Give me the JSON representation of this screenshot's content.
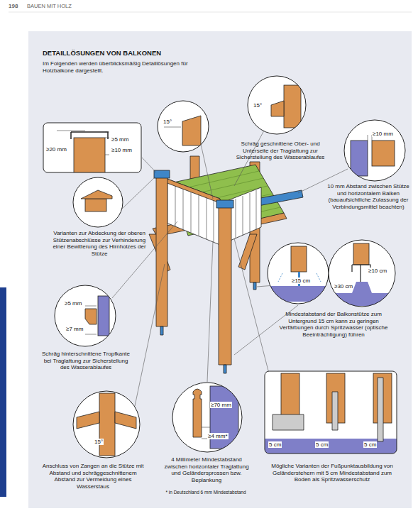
{
  "diagram": {
    "title": "DETAILLÖSUNGEN VON BALKONEN",
    "nodes": [
      {
        "text": [
          "≥20 mm",
          "≥5 mm",
          "≥10 mm"
        ]
      },
      {
        "text": [
          "15°"
        ]
      },
      {
        "text": [
          "15°"
        ]
      },
      {
        "text": [
          "≥10 mm"
        ]
      },
      {
        "text": [
          "≥5 mm",
          "≥7 mm"
        ]
      },
      {
        "text": [
          "≥15 cm"
        ]
      },
      {
        "text": [
          "≥10 cm",
          "≥30 cm"
        ]
      },
      {
        "text": [
          "15°"
        ]
      },
      {
        "text": [
          "≥70 mm",
          "≥4 mm*"
        ]
      },
      {
        "text": [
          "5 cm",
          "5 cm",
          "5 cm"
        ]
      }
    ],
    "labels": [
      "198",
      "BAUEN MIT HOLZ",
      "Im Folgenden werden überblicksmäßig Detaillösungen für Holzbalkone dargestellt.",
      "Schräg geschnittene Ober- und Unterseite der Traglattung zur Sicherstellung des Wasserablaufes",
      "10 mm Abstand zwischen Stütze und horizontalem Balken (bauaufsichtliche Zulassung der Verbindungsmittel beachten)",
      "Varianten zur Abdeckung der oberen Stützenabschlüsse zur Verhinderung einer Bewitterung des Hirnholzes der Stütze",
      "Schräg hinterschnittene Tropfkante bei Traglattung zur Sicherstellung des Wasserablaufes",
      "Mindestabstand der Balkonstütze zum Untergrund 15 cm kann zu geringen Verfärbungen durch Spritzwasser (optische Beeinträchtigung) führen",
      "Anschluss von Zangen an die Stütze mit Abstand und schräggeschnittenem Abstand zur Vermeidung eines Wasserstaus",
      "4 Millimeter Mindestabstand zwischen horizontaler Traglattung und Geländersprossen bzw. Beplankung",
      "* in Deutschland 6 mm Mindestabstand",
      "Mögliche Varianten der Fußpunktausbildung von Geländerstehern mit 5 cm Mindestabstand zum Boden als Spritzwasserschutz"
    ]
  }
}
